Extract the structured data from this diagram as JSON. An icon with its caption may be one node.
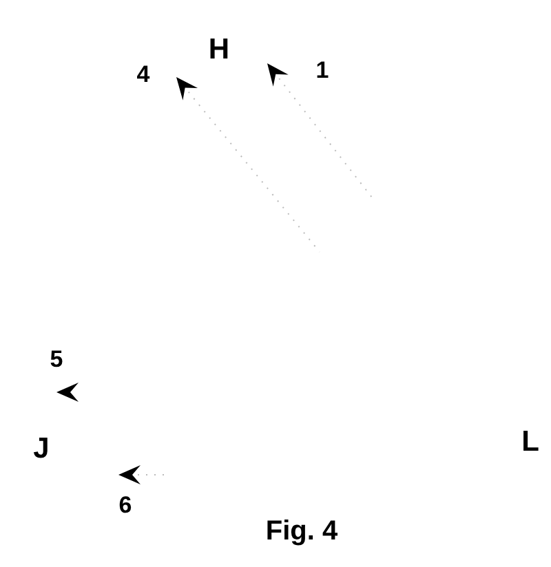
{
  "diagram": {
    "caption": "Fig. 4",
    "labels": [
      "H",
      "4",
      "1",
      "5",
      "J",
      "L",
      "6"
    ]
  }
}
